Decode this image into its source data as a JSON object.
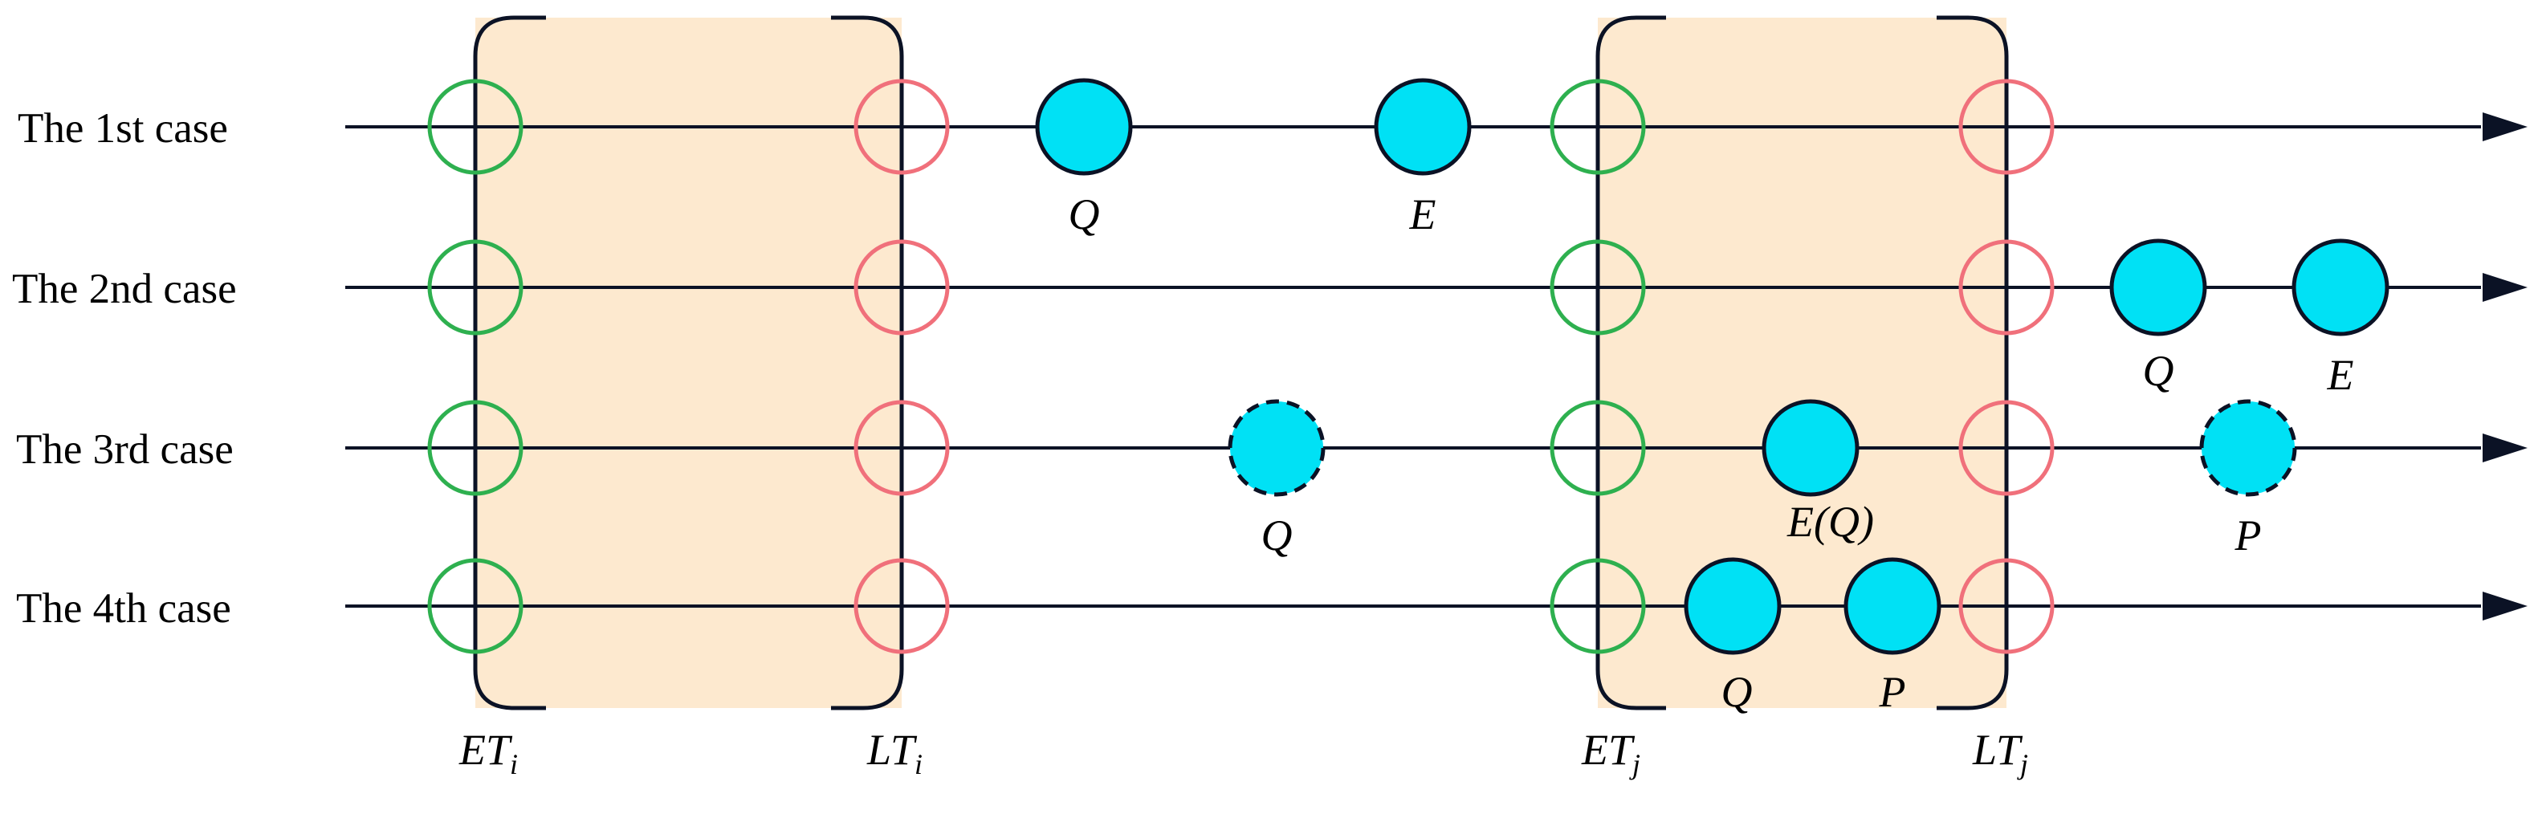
{
  "colors": {
    "window_fill": "#FDE9CF",
    "timeline": "#0B1225",
    "earliest_marker": "#2EB04F",
    "latest_marker": "#F0707B",
    "node_fill": "#00E1F5",
    "node_stroke": "#0B1225"
  },
  "time_windows": [
    {
      "id": "i",
      "start": {
        "main": "ET",
        "sub": "i"
      },
      "end": {
        "main": "LT",
        "sub": "i"
      }
    },
    {
      "id": "j",
      "start": {
        "main": "ET",
        "sub": "j"
      },
      "end": {
        "main": "LT",
        "sub": "j"
      }
    }
  ],
  "cases": [
    {
      "label": "The 1st case"
    },
    {
      "label": "The 2nd case"
    },
    {
      "label": "The 3rd case"
    },
    {
      "label": "The 4th case"
    }
  ],
  "nodes": [
    {
      "case": 0,
      "label": "Q",
      "style": "solid",
      "position": "between windows"
    },
    {
      "case": 0,
      "label": "E",
      "style": "solid",
      "position": "between windows"
    },
    {
      "case": 1,
      "label": "Q",
      "style": "solid",
      "position": "after window j"
    },
    {
      "case": 1,
      "label": "E",
      "style": "solid",
      "position": "after window j"
    },
    {
      "case": 2,
      "label": "Q",
      "style": "dashed",
      "position": "between windows"
    },
    {
      "case": 2,
      "label": "E(Q)",
      "style": "solid",
      "position": "inside window j"
    },
    {
      "case": 2,
      "label": "P",
      "style": "dashed",
      "position": "after window j"
    },
    {
      "case": 3,
      "label": "Q",
      "style": "solid",
      "position": "inside window j"
    },
    {
      "case": 3,
      "label": "P",
      "style": "solid",
      "position": "inside window j"
    }
  ]
}
